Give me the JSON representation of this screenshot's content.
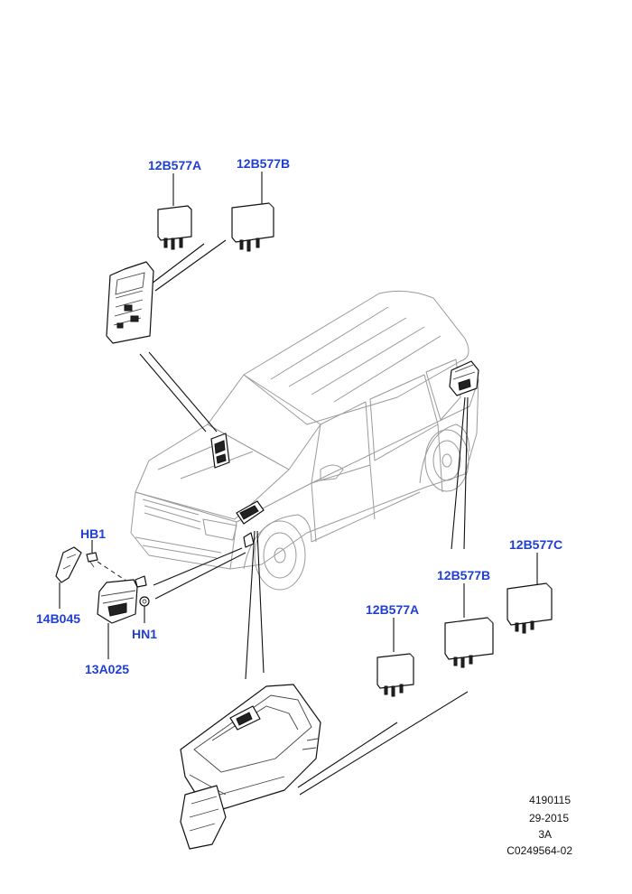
{
  "callouts": {
    "relay_top_a": "12B577A",
    "relay_top_b": "12B577B",
    "relay_c": "12B577C",
    "relay_bottom_b": "12B577B",
    "relay_bottom_a": "12B577A",
    "hb1": "HB1",
    "bracket": "14B045",
    "module": "13A025",
    "hn1": "HN1"
  },
  "footer": {
    "line1": "4190115",
    "line2": "29-2015",
    "line3": "3A",
    "line4": "C0249564-02"
  },
  "colors": {
    "callout": "#1f3fd0",
    "line": "#111111",
    "vehicle": "#9a9a9a"
  }
}
